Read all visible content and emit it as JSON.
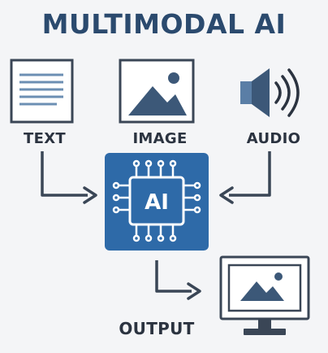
{
  "title": "MULTIMODAL AI",
  "inputs": {
    "text": {
      "label": "TEXT",
      "icon": "document-icon"
    },
    "image": {
      "label": "IMAGE",
      "icon": "image-icon"
    },
    "audio": {
      "label": "AUDIO",
      "icon": "speaker-icon"
    }
  },
  "processor": {
    "label": "AI",
    "icon": "chip-icon"
  },
  "output": {
    "label": "OUTPUT",
    "icon": "monitor-icon"
  },
  "colors": {
    "title": "#2b4a6e",
    "outline": "#3a4656",
    "chip_bg": "#2e6aa8",
    "accent": "#3c5878",
    "background": "#f4f5f7"
  }
}
